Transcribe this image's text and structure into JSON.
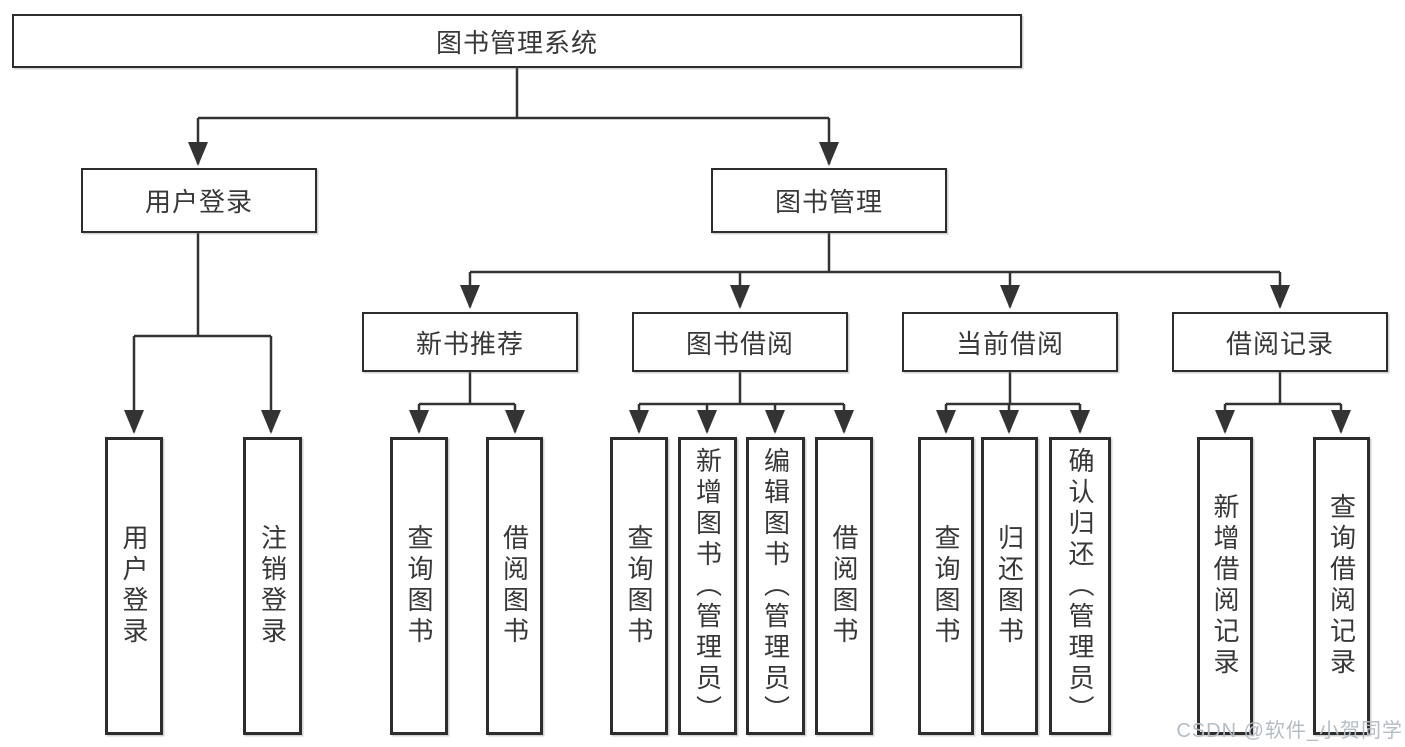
{
  "palette": {
    "background": "#ffffff",
    "line": "#333333",
    "box_border": "#2d2d2d",
    "text": "#383838",
    "watermark": "#b4bcc4"
  },
  "tree": {
    "root": "图书管理系统",
    "user_login": {
      "label": "用户登录",
      "leaves": [
        "用户登录",
        "注销登录"
      ]
    },
    "book_mgmt": {
      "label": "图书管理",
      "sections": [
        {
          "label": "新书推荐",
          "leaves": [
            "查询图书",
            "借阅图书"
          ]
        },
        {
          "label": "图书借阅",
          "leaves": [
            "查询图书",
            "新增图书（管理员）",
            "编辑图书（管理员）",
            "借阅图书"
          ]
        },
        {
          "label": "当前借阅",
          "leaves": [
            "查询图书",
            "归还图书",
            "确认归还（管理员）"
          ]
        },
        {
          "label": "借阅记录",
          "leaves": [
            "新增借阅记录",
            "查询借阅记录"
          ]
        }
      ]
    }
  },
  "watermark": {
    "text": "CSDN @软件_小贺同学"
  }
}
